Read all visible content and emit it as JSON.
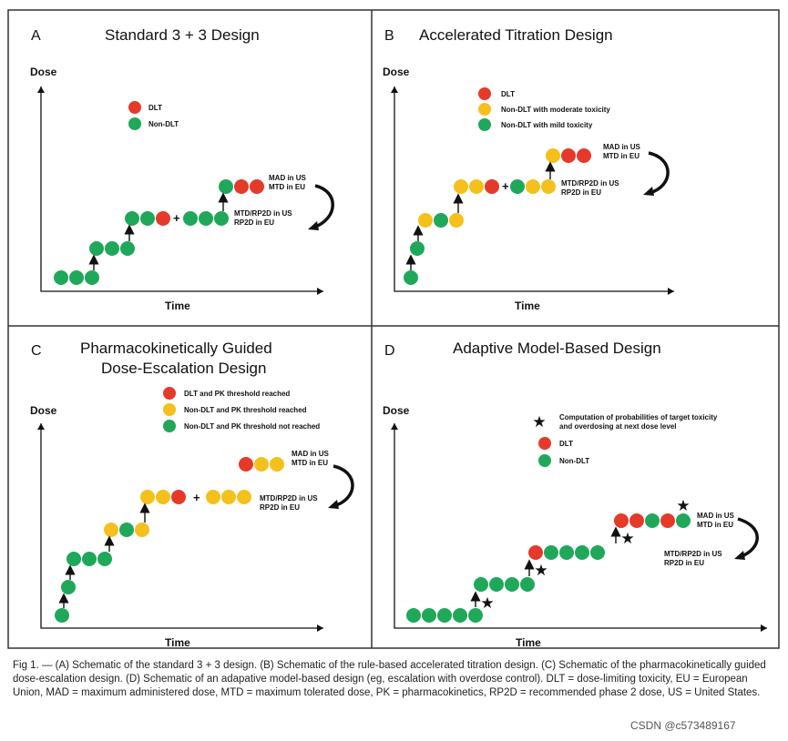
{
  "panels": [
    {
      "letter": "A",
      "title_lines": [
        "Standard 3 + 3 Design"
      ],
      "y_axis_label": "Dose",
      "x_axis_label": "Time",
      "legend": [
        {
          "symbol": "red-dot",
          "label": "DLT"
        },
        {
          "symbol": "green-dot",
          "label": "Non-DLT"
        }
      ],
      "upper_annotation": [
        "MAD in US",
        "MTD in EU"
      ],
      "lower_annotation": [
        "MTD/RP2D in US",
        "RP2D in EU"
      ],
      "plus_sign": "+"
    },
    {
      "letter": "B",
      "title_lines": [
        "Accelerated Titration Design"
      ],
      "y_axis_label": "Dose",
      "x_axis_label": "Time",
      "legend": [
        {
          "symbol": "red-dot",
          "label": "DLT"
        },
        {
          "symbol": "yellow-dot",
          "label": "Non-DLT with moderate toxicity"
        },
        {
          "symbol": "green-dot",
          "label": "Non-DLT with mild toxicity"
        }
      ],
      "upper_annotation": [
        "MAD in US",
        "MTD in EU"
      ],
      "lower_annotation": [
        "MTD/RP2D in US",
        "RP2D in EU"
      ],
      "plus_sign": "+"
    },
    {
      "letter": "C",
      "title_lines": [
        "Pharmacokinetically Guided",
        "Dose-Escalation Design"
      ],
      "y_axis_label": "Dose",
      "x_axis_label": "Time",
      "legend": [
        {
          "symbol": "red-dot",
          "label": "DLT and PK threshold reached"
        },
        {
          "symbol": "yellow-dot",
          "label": "Non-DLT and PK threshold reached"
        },
        {
          "symbol": "green-dot",
          "label": "Non-DLT and PK threshold not reached"
        }
      ],
      "upper_annotation": [
        "MAD in US",
        "MTD in EU"
      ],
      "lower_annotation": [
        "MTD/RP2D in US",
        "RP2D in EU"
      ],
      "plus_sign": "+"
    },
    {
      "letter": "D",
      "title_lines": [
        "Adaptive Model-Based Design"
      ],
      "y_axis_label": "Dose",
      "x_axis_label": "Time",
      "legend": [
        {
          "symbol": "star",
          "label": "Computation of probabilities of target toxicity",
          "label2": "and overdosing at next dose level"
        },
        {
          "symbol": "red-dot",
          "label": "DLT"
        },
        {
          "symbol": "green-dot",
          "label": "Non-DLT"
        }
      ],
      "upper_annotation": [
        "MAD in US",
        "MTD in EU"
      ],
      "lower_annotation": [
        "MTD/RP2D in US",
        "RP2D in EU"
      ],
      "plus_sign": ""
    }
  ],
  "colors": {
    "red": "#e53a2a",
    "green": "#1fa85a",
    "yellow": "#f5c01c",
    "black": "#111111"
  },
  "caption": "Fig 1. — (A) Schematic of the standard 3 + 3 design. (B) Schematic of the rule-based accelerated titration design. (C) Schematic of the pharmacokinetically guided dose-escalation design. (D) Schematic of an adapative model-based design (eg, escalation with overdose control). DLT = dose-limiting toxicity, EU = European Union, MAD = maximum administered dose, MTD = maximum tolerated dose, PK = pharmacokinetics, RP2D = recommended phase 2 dose, US = United States.",
  "watermark": "CSDN @c573489167"
}
